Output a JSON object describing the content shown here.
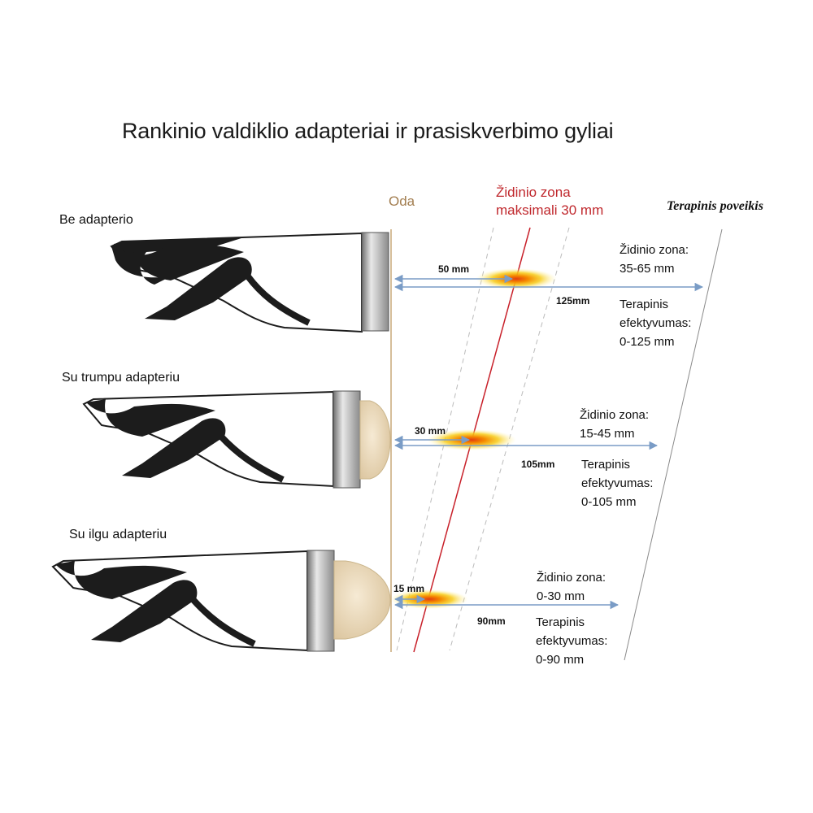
{
  "title": "Rankinio valdiklio adapteriai ir prasiskverbimo gyliai",
  "skin_label": "Oda",
  "focal_header": {
    "line1": "Židinio zona",
    "line2": "maksimali 30 mm"
  },
  "effect_title": "Terapinis poveikis",
  "rows": [
    {
      "label": "Be adapterio",
      "focal_mm": "50 mm",
      "effective_mm": "125mm",
      "focal_zone_title": "Židinio zona:",
      "focal_zone_value": "35-65 mm",
      "effect_line1": "Terapinis",
      "effect_line2": "efektyvumas:",
      "effect_value": "0-125 mm"
    },
    {
      "label": "Su trumpu adapteriu",
      "focal_mm": "30 mm",
      "effective_mm": "105mm",
      "focal_zone_title": "Židinio zona:",
      "focal_zone_value": "15-45 mm",
      "effect_line1": "Terapinis",
      "effect_line2": "efektyvumas:",
      "effect_value": "0-105 mm"
    },
    {
      "label": "Su ilgu adapteriu",
      "focal_mm": "15 mm",
      "effective_mm": "90mm",
      "focal_zone_title": "Židinio zona:",
      "focal_zone_value": "0-30 mm",
      "effect_line1": "Terapinis",
      "effect_line2": "efektyvumas:",
      "effect_value": "0-90 mm"
    }
  ],
  "colors": {
    "skin_line": "#c8a878",
    "focal_line": "#c8202a",
    "arrow": "#7a9cc6",
    "handle_black": "#1c1c1c",
    "adapter_beige": "#ecdcc0",
    "focal_glow": "#f2b400"
  }
}
